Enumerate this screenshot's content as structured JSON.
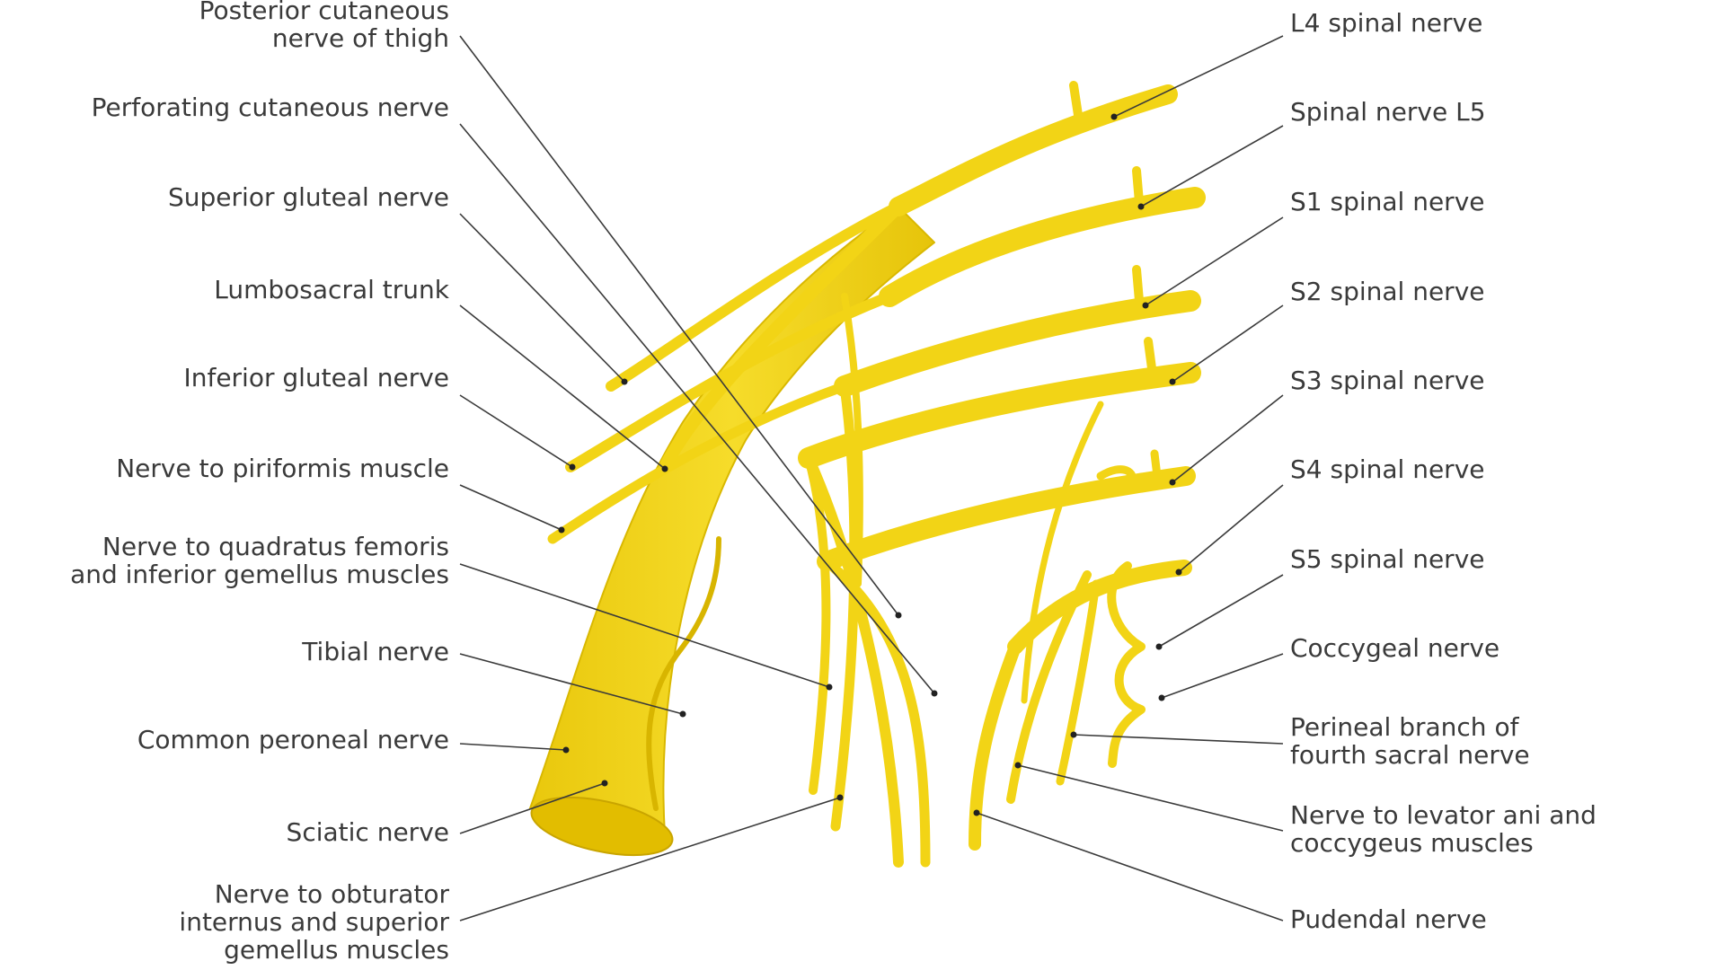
{
  "labels_left": {
    "posterior_cutaneous": {
      "l1": "Posterior cutaneous",
      "l2": "nerve of thigh"
    },
    "perforating_cutaneous": {
      "l1": "Perforating cutaneous nerve"
    },
    "superior_gluteal": {
      "l1": "Superior gluteal nerve"
    },
    "lumbosacral_trunk": {
      "l1": "Lumbosacral trunk"
    },
    "inferior_gluteal": {
      "l1": "Inferior gluteal nerve"
    },
    "piriformis": {
      "l1": "Nerve to piriformis muscle"
    },
    "quadratus_femoris": {
      "l1": "Nerve to quadratus femoris",
      "l2": "and inferior gemellus muscles"
    },
    "tibial": {
      "l1": "Tibial nerve"
    },
    "common_peroneal": {
      "l1": "Common peroneal nerve"
    },
    "sciatic": {
      "l1": "Sciatic nerve"
    },
    "obturator_internus": {
      "l1": "Nerve to obturator",
      "l2": "internus and superior",
      "l3": "gemellus muscles"
    }
  },
  "labels_right": {
    "l4": {
      "l1": "L4 spinal nerve"
    },
    "l5": {
      "l1": "Spinal nerve L5"
    },
    "s1": {
      "l1": "S1 spinal nerve"
    },
    "s2": {
      "l1": "S2 spinal nerve"
    },
    "s3": {
      "l1": "S3 spinal nerve"
    },
    "s4": {
      "l1": "S4 spinal nerve"
    },
    "s5": {
      "l1": "S5 spinal nerve"
    },
    "coccygeal": {
      "l1": "Coccygeal nerve"
    },
    "perineal_branch": {
      "l1": "Perineal branch of",
      "l2": "fourth sacral nerve"
    },
    "levator_ani": {
      "l1": "Nerve to levator ani and",
      "l2": "coccygeus muscles"
    },
    "pudendal": {
      "l1": "Pudendal nerve"
    }
  },
  "colors": {
    "nerve": "#f2d416",
    "nerve_dark": "#d9b800",
    "leader": "#3a3a3a",
    "text": "#3a3a3a"
  }
}
